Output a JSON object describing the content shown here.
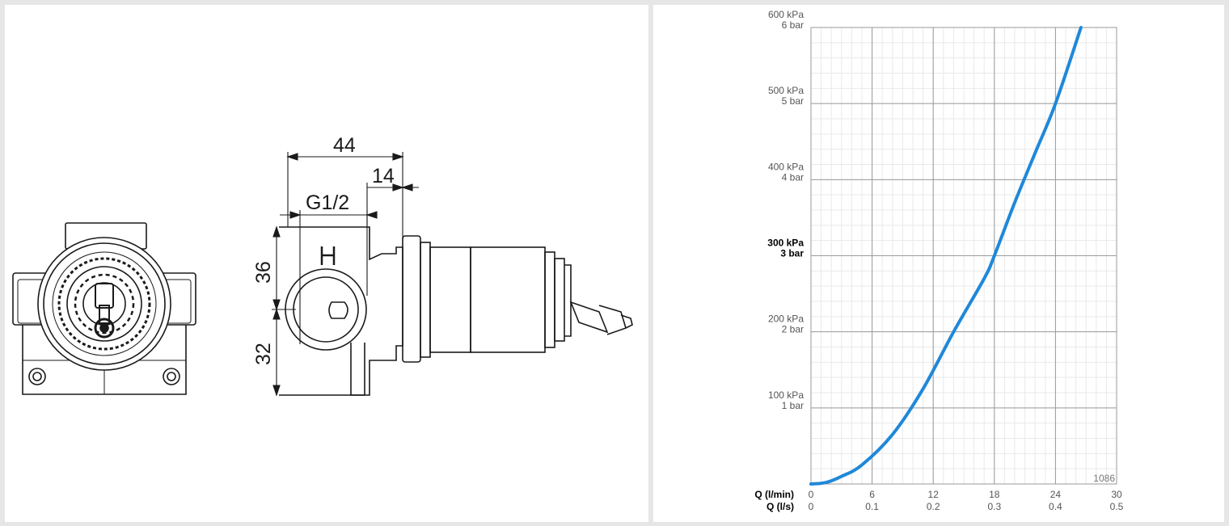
{
  "drawing": {
    "dimensions": {
      "total_depth": "44",
      "cap_offset": "14",
      "thread": "G1/2",
      "upper_height": "36",
      "lower_height": "32"
    },
    "body_marking": "H"
  },
  "chart_data": {
    "type": "line",
    "title": "",
    "code": "1086",
    "x_axes": [
      {
        "label": "Q (l/min)",
        "ticks": [
          "0",
          "6",
          "12",
          "18",
          "24",
          "30"
        ],
        "range": [
          0,
          30
        ]
      },
      {
        "label": "Q (l/s)",
        "ticks": [
          "0",
          "0.1",
          "0.2",
          "0.3",
          "0.4",
          "0.5"
        ],
        "range": [
          0,
          0.5
        ]
      }
    ],
    "y_ticks": [
      {
        "kpa": "100 kPa",
        "bar": "1 bar",
        "value": 100,
        "bold": false
      },
      {
        "kpa": "200 kPa",
        "bar": "2 bar",
        "value": 200,
        "bold": false
      },
      {
        "kpa": "300 kPa",
        "bar": "3 bar",
        "value": 300,
        "bold": true
      },
      {
        "kpa": "400 kPa",
        "bar": "4 bar",
        "value": 400,
        "bold": false
      },
      {
        "kpa": "500 kPa",
        "bar": "5 bar",
        "value": 500,
        "bold": false
      },
      {
        "kpa": "600 kPa",
        "bar": "6 bar",
        "value": 600,
        "bold": false
      }
    ],
    "ylim": [
      0,
      600
    ],
    "grid": true,
    "line_color": "#1f88d9",
    "series": [
      {
        "name": "",
        "x": [
          0,
          1.5,
          3,
          5,
          8,
          11,
          14,
          17,
          18,
          20,
          22,
          24,
          26.5
        ],
        "y": [
          0,
          2,
          10,
          25,
          65,
          125,
          200,
          270,
          300,
          370,
          435,
          500,
          600
        ]
      }
    ]
  }
}
